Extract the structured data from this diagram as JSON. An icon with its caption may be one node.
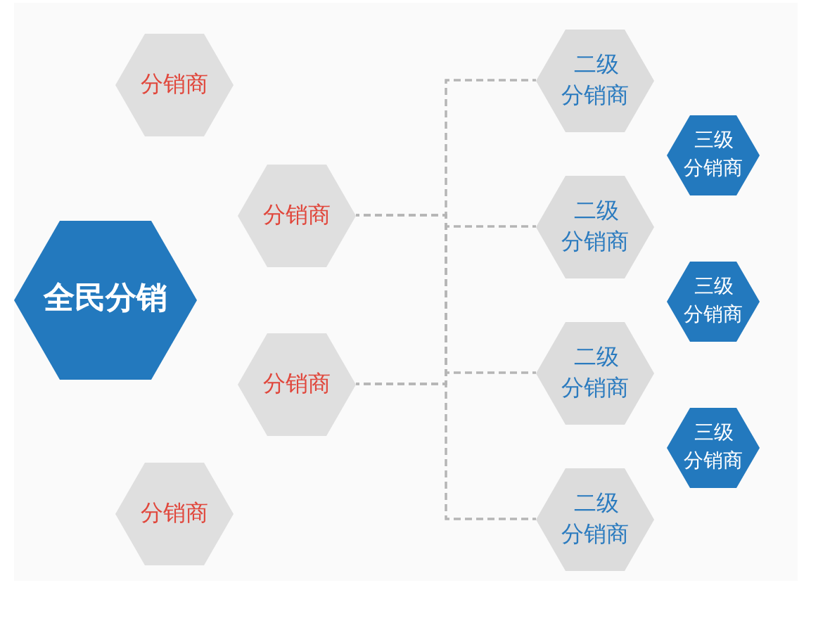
{
  "diagram": {
    "nodes": [
      {
        "text": [
          "全民分销"
        ]
      },
      {
        "text": [
          "分销商"
        ]
      },
      {
        "text": [
          "分销商"
        ]
      },
      {
        "text": [
          "分销商"
        ]
      },
      {
        "text": [
          "分销商"
        ]
      },
      {
        "text": [
          "二级分销商"
        ]
      },
      {
        "text": [
          "二级分销商"
        ]
      },
      {
        "text": [
          "二级分销商"
        ]
      },
      {
        "text": [
          "二级分销商"
        ]
      },
      {
        "text": [
          "三级分销商"
        ]
      },
      {
        "text": [
          "三级分销商"
        ]
      },
      {
        "text": [
          "三级分销商"
        ]
      }
    ],
    "edges": [
      {
        "from": 2,
        "to": 5,
        "arrow": "none",
        "style": "dashed"
      },
      {
        "from": 2,
        "to": 6,
        "arrow": "none",
        "style": "dashed"
      },
      {
        "from": 2,
        "to": 7,
        "arrow": "none",
        "style": "dashed"
      },
      {
        "from": 2,
        "to": 8,
        "arrow": "none",
        "style": "dashed"
      },
      {
        "from": 3,
        "to": 5,
        "arrow": "none",
        "style": "dashed"
      },
      {
        "from": 3,
        "to": 6,
        "arrow": "none",
        "style": "dashed"
      },
      {
        "from": 3,
        "to": 7,
        "arrow": "none",
        "style": "dashed"
      },
      {
        "from": 3,
        "to": 8,
        "arrow": "none",
        "style": "dashed"
      }
    ]
  }
}
